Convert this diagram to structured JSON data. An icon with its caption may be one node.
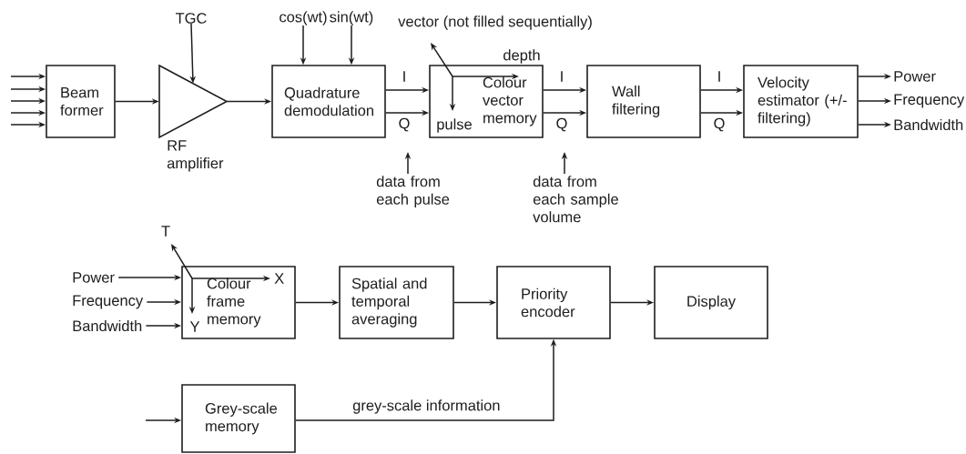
{
  "diagram": {
    "nodes": [
      {
        "text": [
          "Beam former"
        ]
      },
      {
        "text": [
          "RF amplifier"
        ]
      },
      {
        "text": [
          "Quadrature demodulation"
        ]
      },
      {
        "text": [
          "Colour vector memory"
        ]
      },
      {
        "text": [
          "Wall filtering"
        ]
      },
      {
        "text": [
          "Velocity estimator (+/- filtering)"
        ]
      },
      {
        "text": [
          "Colour frame memory"
        ]
      },
      {
        "text": [
          "Spatial and temporal averaging"
        ]
      },
      {
        "text": [
          "Priority encoder"
        ]
      },
      {
        "text": [
          "Display"
        ]
      },
      {
        "text": [
          "Grey-scale memory"
        ]
      },
      {
        "text": [
          "TGC"
        ]
      },
      {
        "text": [
          "cos(wt)"
        ]
      },
      {
        "text": [
          "sin(wt)"
        ]
      },
      {
        "text": [
          "Power"
        ]
      },
      {
        "text": [
          "Frequency"
        ]
      },
      {
        "text": [
          "Bandwidth"
        ]
      },
      {
        "text": [
          "Power"
        ]
      },
      {
        "text": [
          "Frequency"
        ]
      },
      {
        "text": [
          "Bandwidth"
        ]
      },
      {
        "text": [
          "data from each pulse"
        ]
      },
      {
        "text": [
          "data from each sample volume"
        ]
      }
    ],
    "edges": [
      {
        "from": null,
        "to": 0,
        "arrow": "to"
      },
      {
        "from": null,
        "to": 0,
        "arrow": "to"
      },
      {
        "from": null,
        "to": 0,
        "arrow": "to"
      },
      {
        "from": null,
        "to": 0,
        "arrow": "to"
      },
      {
        "from": null,
        "to": 0,
        "arrow": "to"
      },
      {
        "from": 0,
        "to": 1,
        "arrow": "to"
      },
      {
        "from": 11,
        "to": 1,
        "arrow": "to"
      },
      {
        "from": 1,
        "to": 2,
        "arrow": "to"
      },
      {
        "from": 12,
        "to": 2,
        "arrow": "to"
      },
      {
        "from": 13,
        "to": 2,
        "arrow": "to"
      },
      {
        "from": 2,
        "to": 3,
        "arrow": "to",
        "label": "I"
      },
      {
        "from": 2,
        "to": 3,
        "arrow": "to",
        "label": "Q"
      },
      {
        "from": 20,
        "to": null,
        "arrow": "to"
      },
      {
        "from": 3,
        "to": 4,
        "arrow": "to",
        "label": "I"
      },
      {
        "from": 3,
        "to": 4,
        "arrow": "to",
        "label": "Q"
      },
      {
        "from": 21,
        "to": null,
        "arrow": "to"
      },
      {
        "from": 4,
        "to": 5,
        "arrow": "to",
        "label": "I"
      },
      {
        "from": 4,
        "to": 5,
        "arrow": "to",
        "label": "Q"
      },
      {
        "from": 5,
        "to": 14,
        "arrow": "to"
      },
      {
        "from": 5,
        "to": 15,
        "arrow": "to"
      },
      {
        "from": 5,
        "to": 16,
        "arrow": "to"
      },
      {
        "from": 17,
        "to": 6,
        "arrow": "to"
      },
      {
        "from": 18,
        "to": 6,
        "arrow": "to"
      },
      {
        "from": 19,
        "to": 6,
        "arrow": "to"
      },
      {
        "from": 6,
        "to": 7,
        "arrow": "to"
      },
      {
        "from": 7,
        "to": 8,
        "arrow": "to"
      },
      {
        "from": 8,
        "to": 9,
        "arrow": "to"
      },
      {
        "from": 10,
        "to": 8,
        "arrow": "to",
        "label": "grey-scale information"
      },
      {
        "from": null,
        "to": 10,
        "arrow": "to"
      }
    ],
    "labels": [
      "vector (not filled sequentially)",
      "depth",
      "pulse",
      "T",
      "X",
      "Y"
    ]
  }
}
